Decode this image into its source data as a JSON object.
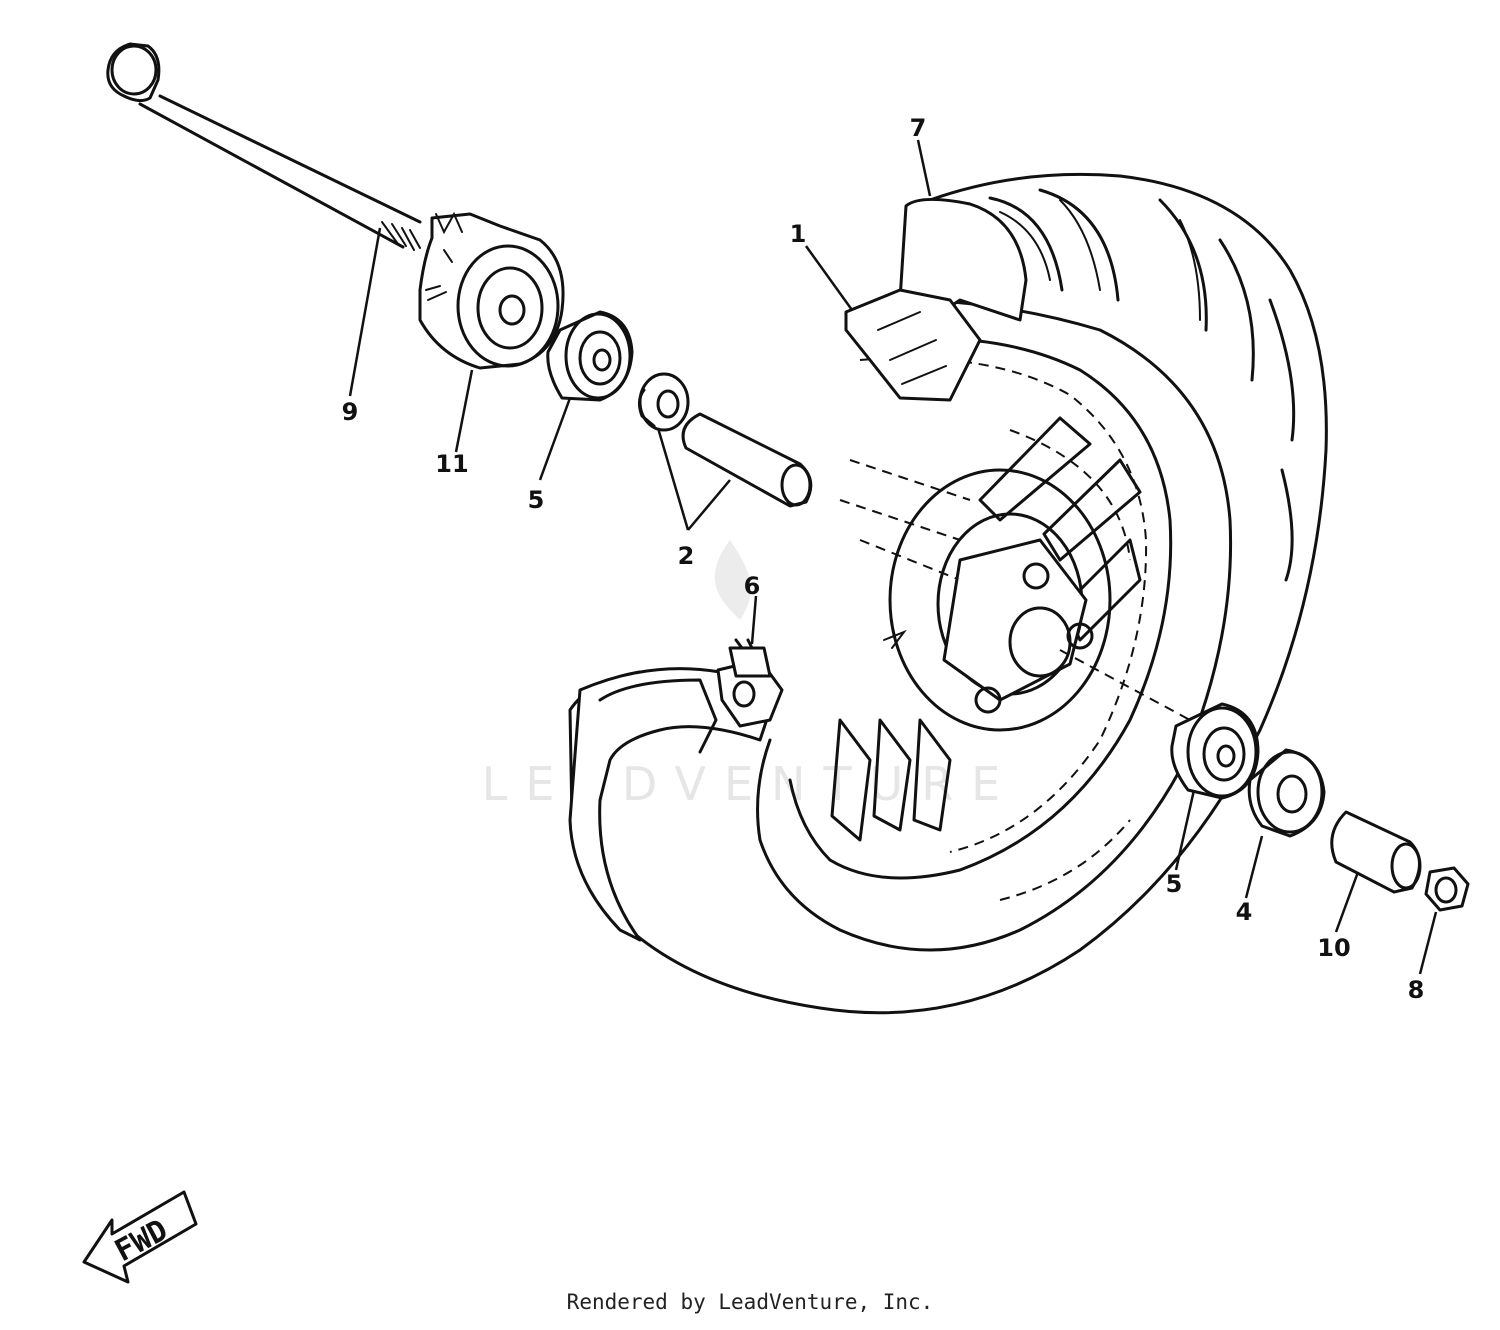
{
  "diagram": {
    "watermark": "LEADVENTURE",
    "direction_label": "FWD",
    "callouts": {
      "c1": "1",
      "c2": "2",
      "c4": "4",
      "c5a": "5",
      "c5b": "5",
      "c6": "6",
      "c7": "7",
      "c8": "8",
      "c9": "9",
      "c10": "10",
      "c11": "11"
    }
  },
  "footer": {
    "credit": "Rendered by LeadVenture, Inc."
  }
}
